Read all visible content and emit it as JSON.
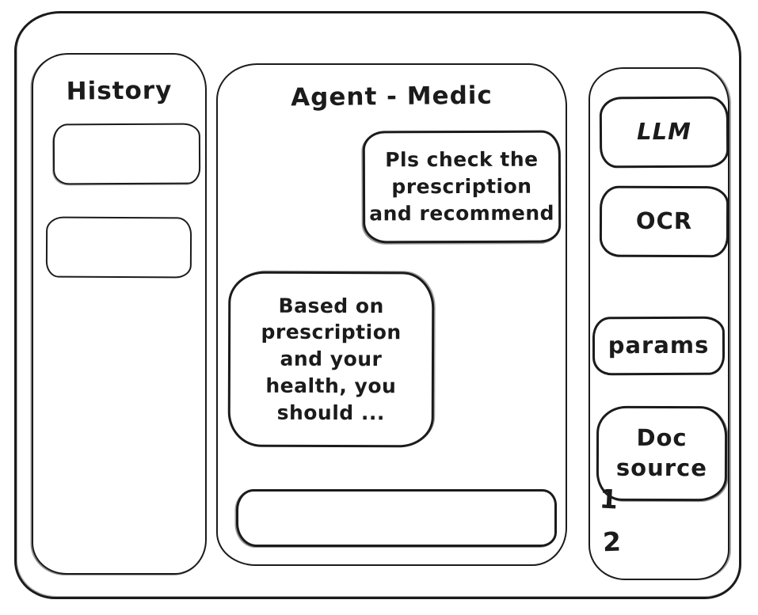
{
  "history": {
    "title": "History",
    "items": [
      "",
      ""
    ]
  },
  "chat": {
    "title": "Agent - Medic",
    "messages": [
      {
        "role": "user",
        "text": "Pls check the\nprescription\nand recommend"
      },
      {
        "role": "agent",
        "text": "Based on\nprescription\nand your\nhealth, you\nshould ..."
      }
    ],
    "input_value": ""
  },
  "tools": {
    "buttons": [
      {
        "label": "LLM"
      },
      {
        "label": "OCR"
      },
      {
        "label": "params"
      },
      {
        "label": "Doc\nsource"
      }
    ],
    "annotations": [
      "1",
      "2"
    ]
  },
  "colors": {
    "stroke": "#1b1b1b",
    "background": "#ffffff"
  }
}
